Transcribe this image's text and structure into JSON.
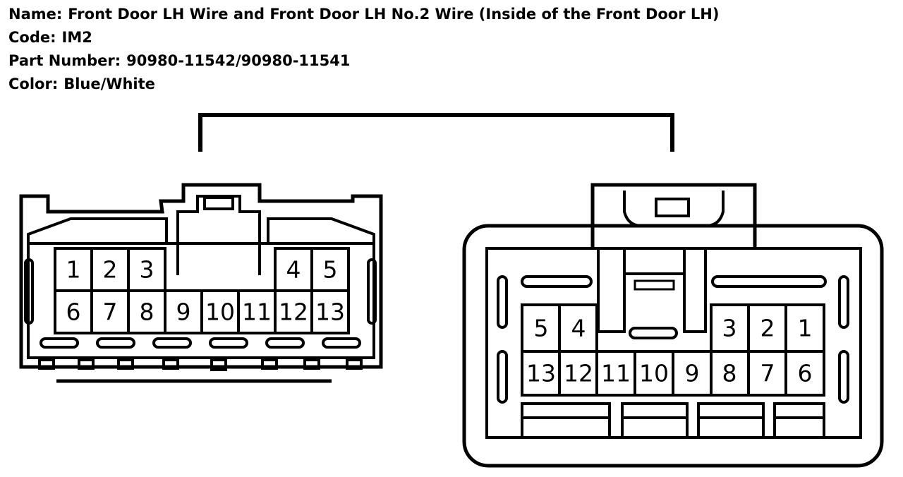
{
  "info": {
    "name_label": "Name:",
    "name_value": "Front Door LH Wire and Front Door LH No.2 Wire (Inside of the Front Door LH)",
    "code_label": "Code:",
    "code_value": "IM2",
    "part_label": "Part Number:",
    "part_value": "90980-11542/90980-11541",
    "color_label": "Color:",
    "color_value": "Blue/White"
  },
  "left_connector": {
    "top_row": [
      "1",
      "2",
      "3",
      "4",
      "5"
    ],
    "bottom_row": [
      "6",
      "7",
      "8",
      "9",
      "10",
      "11",
      "12",
      "13"
    ]
  },
  "right_connector": {
    "top_row": [
      "5",
      "4",
      "3",
      "2",
      "1"
    ],
    "bottom_row": [
      "13",
      "12",
      "11",
      "10",
      "9",
      "8",
      "7",
      "6"
    ]
  }
}
